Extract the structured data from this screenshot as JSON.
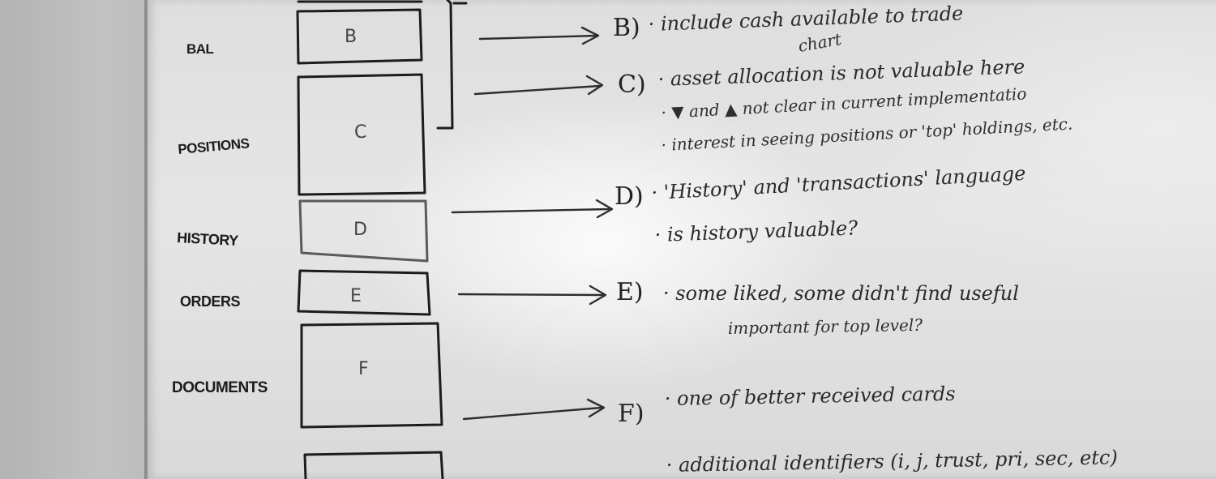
{
  "photo": {
    "subject": "whiteboard-sketch",
    "ink_color": "#1c1c1c",
    "board_color": "#e4e4e4",
    "wall_color": "#bcbcbc"
  },
  "left_labels": [
    {
      "text": "BAL"
    },
    {
      "text": "POSITIONS"
    },
    {
      "text": "HISTORY"
    },
    {
      "text": "ORDERS"
    },
    {
      "text": "DOCUMENTS"
    }
  ],
  "boxes": [
    {
      "letter": "B"
    },
    {
      "letter": "C"
    },
    {
      "letter": "D"
    },
    {
      "letter": "E"
    },
    {
      "letter": "F"
    },
    {
      "letter": ""
    }
  ],
  "notes": [
    {
      "marker": "B)",
      "lines": [
        "· include cash available to trade"
      ]
    },
    {
      "marker": "C)",
      "lines": [
        "· asset allocation is not valuable here",
        "· ▼ and ▲ not clear in current implementatio",
        "· interest in seeing positions or 'top' holdings, etc."
      ],
      "insert": "chart"
    },
    {
      "marker": "D)",
      "lines": [
        "· 'History' and 'transactions' language",
        "· is history valuable?"
      ]
    },
    {
      "marker": "E)",
      "lines": [
        "· some liked, some didn't find useful",
        "important for top level?"
      ]
    },
    {
      "marker": "F)",
      "lines": [
        "· one of better received cards",
        "· additional identifiers (i, j, trust, pri, sec, etc)"
      ]
    }
  ]
}
